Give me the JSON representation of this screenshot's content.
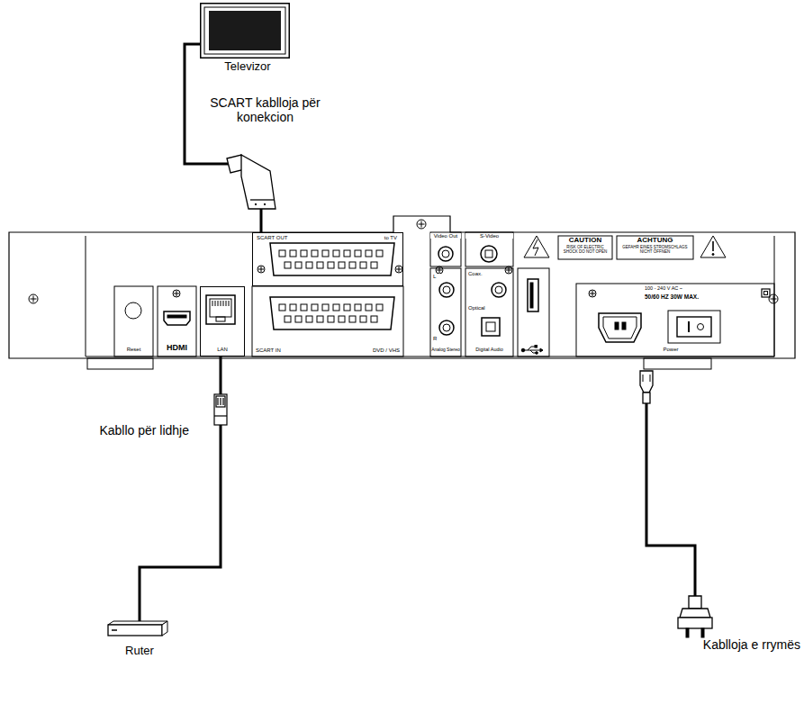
{
  "diagram": {
    "nodes": [
      {
        "text": [
          "Televizor"
        ]
      },
      {
        "text": [
          "SCART OUT",
          "to TV"
        ]
      },
      {
        "text": [
          "LAN"
        ]
      },
      {
        "text": [
          "Ruter"
        ]
      }
    ],
    "edges": [
      {
        "from": 0,
        "to": 1,
        "arrow": "none",
        "label": "SCART kablloja për konekcion"
      },
      {
        "from": 2,
        "to": 3,
        "arrow": "none",
        "label": "Kabllo për lidhje"
      }
    ],
    "labels": [
      "Video Out",
      "S-Video",
      "CAUTION",
      "RISK OF ELECTRIC SHOCK DO NOT OPEN",
      "ACHTUNG",
      "GEFAHR EINES STROMSCHLAGS NICHT ÖFFNEN",
      "100 - 240 V AC ~",
      "50/60 HZ 30W MAX.",
      "L",
      "R",
      "Coax.",
      "Optical",
      "Reset",
      "HDMI",
      "SCART IN",
      "DVD / VHS",
      "Analog Stereo",
      "Digital Audio",
      "Power",
      "Kablloja e rrymës"
    ]
  }
}
